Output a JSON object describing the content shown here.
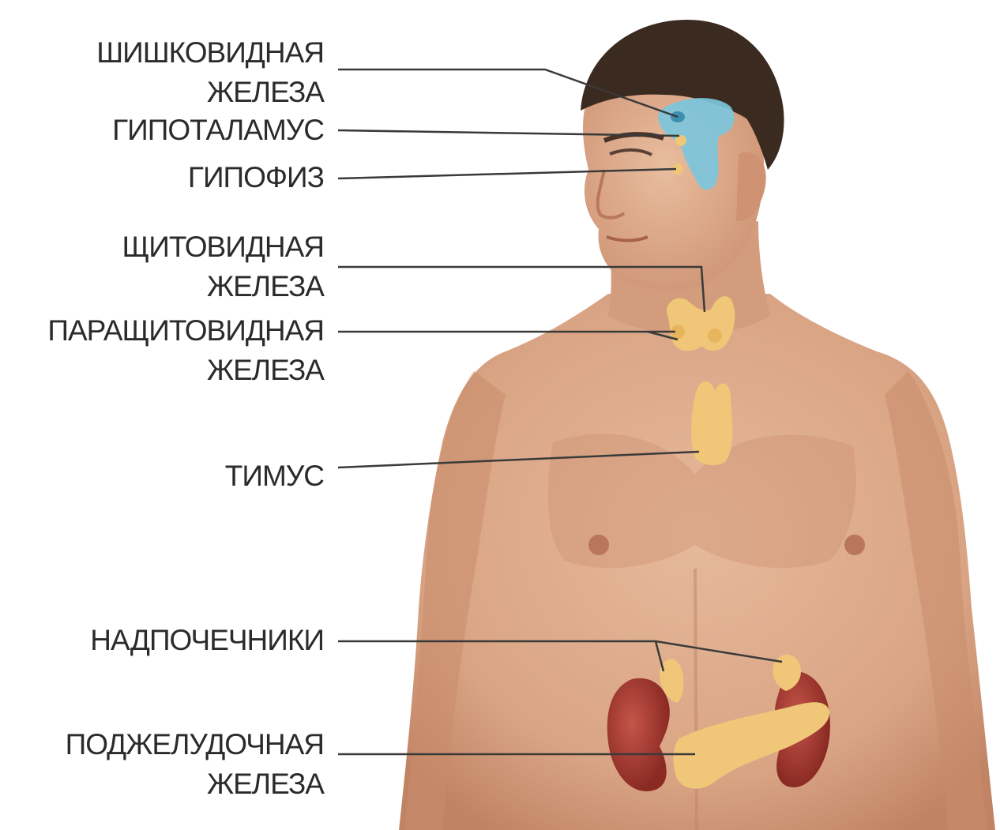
{
  "diagram": {
    "labels": [
      {
        "id": "pineal",
        "lines": [
          "ШИШКОВИДНАЯ",
          "ЖЕЛЕЗА"
        ]
      },
      {
        "id": "hypothalamus",
        "lines": [
          "ГИПОТАЛАМУС"
        ]
      },
      {
        "id": "pituitary",
        "lines": [
          "ГИПОФИЗ"
        ]
      },
      {
        "id": "thyroid",
        "lines": [
          "ЩИТОВИДНАЯ",
          "ЖЕЛЕЗА"
        ]
      },
      {
        "id": "parathyroid",
        "lines": [
          "ПАРАЩИТОВИДНАЯ",
          "ЖЕЛЕЗА"
        ]
      },
      {
        "id": "thymus",
        "lines": [
          "ТИМУС"
        ]
      },
      {
        "id": "adrenals",
        "lines": [
          "НАДПОЧЕЧНИКИ"
        ]
      },
      {
        "id": "pancreas",
        "lines": [
          "ПОДЖЕЛУДОЧНАЯ",
          "ЖЕЛЕЗА"
        ]
      }
    ]
  },
  "colors": {
    "skin": "#dca98a",
    "skin_shadow": "#c4896a",
    "hair": "#3b2a20",
    "brain": "#7cc6dc",
    "gland": "#f0c678",
    "kidney": "#a6352c",
    "leader_line": "#3a3a3a",
    "label_text": "#2b2b2b"
  }
}
